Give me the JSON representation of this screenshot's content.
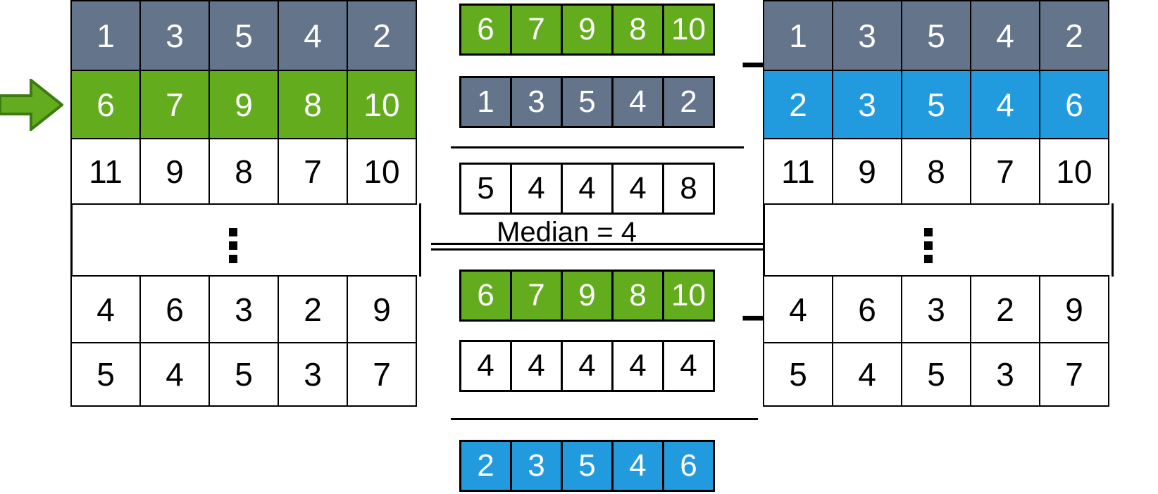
{
  "colors": {
    "gray": "#64758B",
    "green": "#63AC1D",
    "blue": "#219BDE",
    "white": "#FFFFFF",
    "stroke": "#000000"
  },
  "left_matrix": {
    "rows": [
      {
        "style": "gray",
        "values": [
          "1",
          "3",
          "5",
          "4",
          "2"
        ]
      },
      {
        "style": "green",
        "values": [
          "6",
          "7",
          "9",
          "8",
          "10"
        ]
      },
      {
        "style": "plain",
        "values": [
          "11",
          "9",
          "8",
          "7",
          "10"
        ]
      }
    ],
    "ellipsis": "vertical-dots",
    "tail_rows": [
      {
        "style": "plain",
        "values": [
          "4",
          "6",
          "3",
          "2",
          "9"
        ]
      },
      {
        "style": "plain",
        "values": [
          "5",
          "4",
          "5",
          "3",
          "7"
        ]
      }
    ]
  },
  "arrow": {
    "icon": "right-arrow-icon",
    "color": "#63AC1D"
  },
  "middle": {
    "block1": {
      "minuend": {
        "style": "green",
        "values": [
          "6",
          "7",
          "9",
          "8",
          "10"
        ]
      },
      "subtrahend": {
        "style": "gray",
        "values": [
          "1",
          "3",
          "5",
          "4",
          "2"
        ]
      },
      "operator": "−",
      "result": {
        "style": "plain",
        "values": [
          "5",
          "4",
          "4",
          "4",
          "8"
        ]
      },
      "note": "Median = 4"
    },
    "block2": {
      "minuend": {
        "style": "green",
        "values": [
          "6",
          "7",
          "9",
          "8",
          "10"
        ]
      },
      "subtrahend": {
        "style": "plain",
        "values": [
          "4",
          "4",
          "4",
          "4",
          "4"
        ]
      },
      "operator": "−",
      "result": {
        "style": "blue",
        "values": [
          "2",
          "3",
          "5",
          "4",
          "6"
        ]
      }
    }
  },
  "right_matrix": {
    "rows": [
      {
        "style": "gray",
        "values": [
          "1",
          "3",
          "5",
          "4",
          "2"
        ]
      },
      {
        "style": "blue",
        "values": [
          "2",
          "3",
          "5",
          "4",
          "6"
        ]
      },
      {
        "style": "plain",
        "values": [
          "11",
          "9",
          "8",
          "7",
          "10"
        ]
      }
    ],
    "ellipsis": "vertical-dots",
    "tail_rows": [
      {
        "style": "plain",
        "values": [
          "4",
          "6",
          "3",
          "2",
          "9"
        ]
      },
      {
        "style": "plain",
        "values": [
          "5",
          "4",
          "5",
          "3",
          "7"
        ]
      }
    ]
  }
}
